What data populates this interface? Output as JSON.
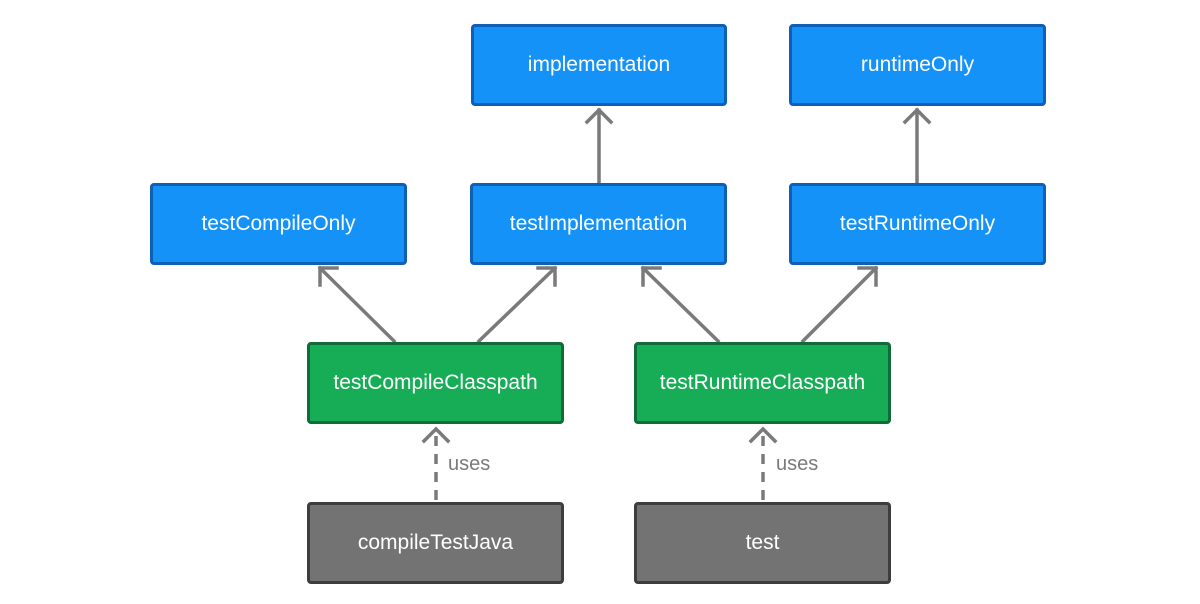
{
  "nodes": {
    "implementation": "implementation",
    "runtime_only": "runtimeOnly",
    "test_compile_only": "testCompileOnly",
    "test_implementation": "testImplementation",
    "test_runtime_only": "testRuntimeOnly",
    "test_compile_classpath": "testCompileClasspath",
    "test_runtime_classpath": "testRuntimeClasspath",
    "compile_test_java": "compileTestJava",
    "test": "test"
  },
  "edge_labels": {
    "compile_uses": "uses",
    "test_uses": "uses"
  },
  "colors": {
    "configuration_fill": "#1592f7",
    "configuration_border": "#0d5fb8",
    "resolvable_fill": "#17ad57",
    "resolvable_border": "#0f6b37",
    "task_fill": "#737373",
    "task_border": "#3d3d3d",
    "arrow": "#7a7a7a"
  }
}
